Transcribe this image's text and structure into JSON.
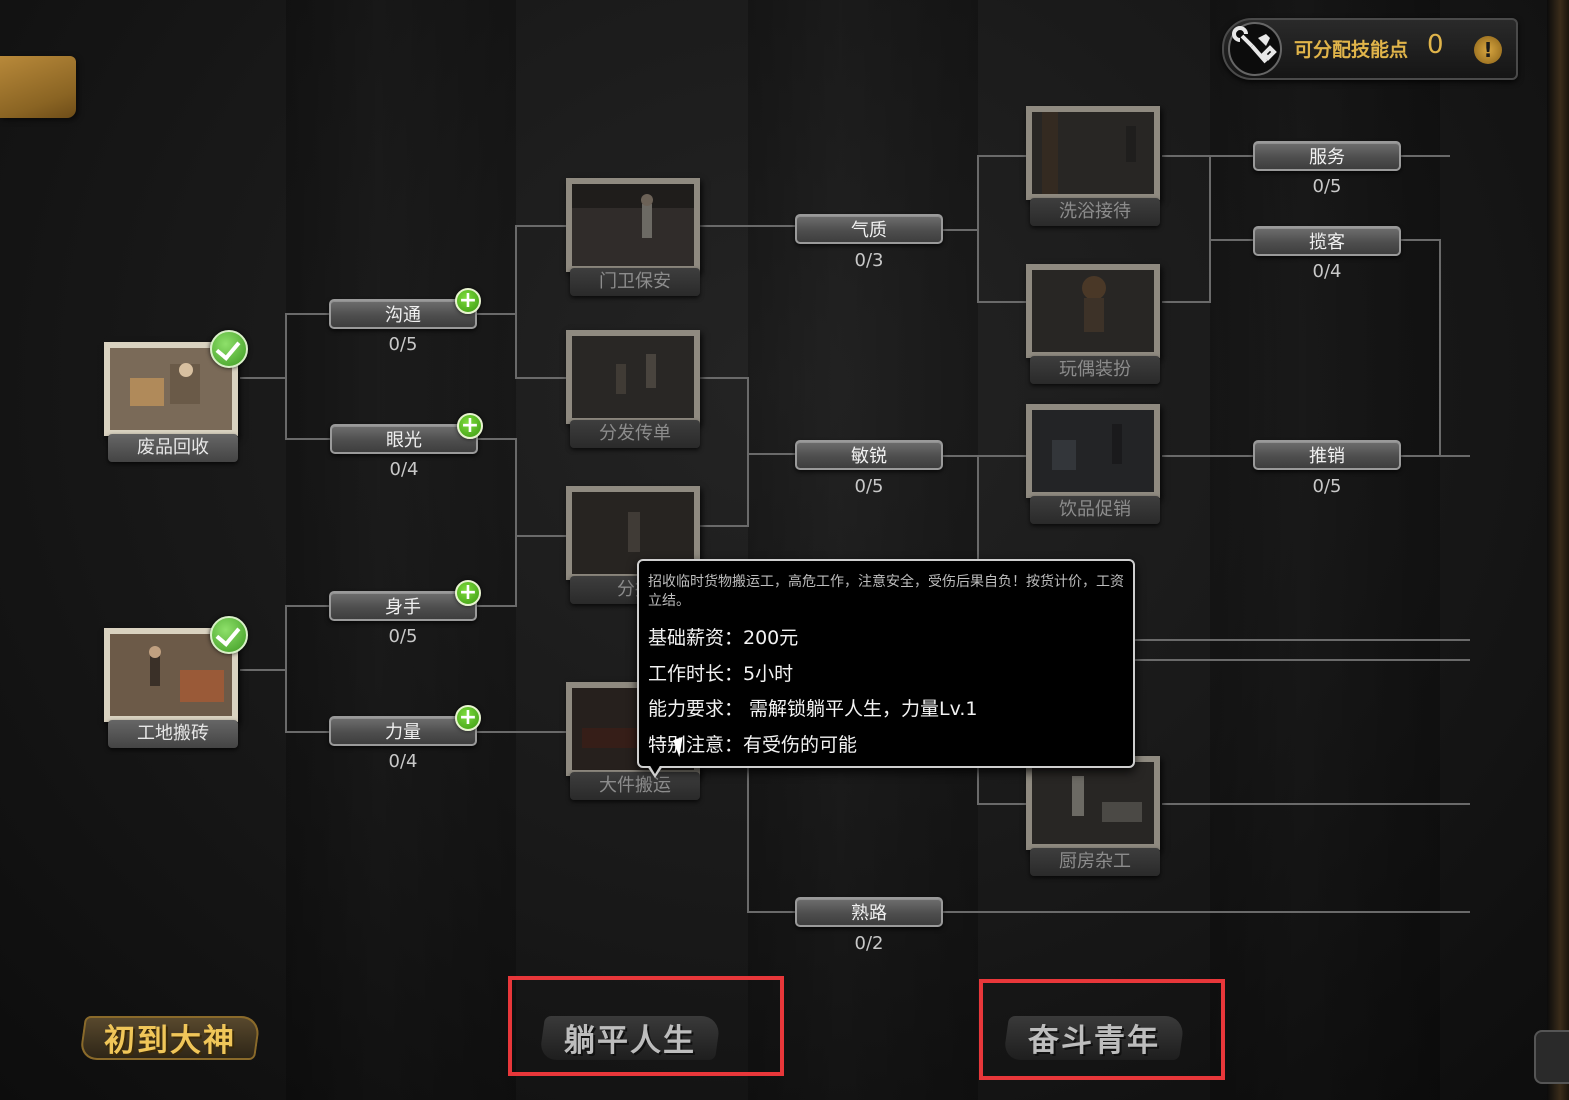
{
  "points_panel": {
    "label": "可分配技能点",
    "count": "0",
    "info_glyph": "!"
  },
  "skills": {
    "goutong": {
      "label": "沟通",
      "progress": "0/5"
    },
    "yanguang": {
      "label": "眼光",
      "progress": "0/4"
    },
    "shenshou": {
      "label": "身手",
      "progress": "0/5"
    },
    "liliang": {
      "label": "力量",
      "progress": "0/4"
    },
    "qizhi": {
      "label": "气质",
      "progress": "0/3"
    },
    "minrui": {
      "label": "敏锐",
      "progress": "0/5"
    },
    "shulu": {
      "label": "熟路",
      "progress": "0/2"
    },
    "fuwu": {
      "label": "服务",
      "progress": "0/5"
    },
    "lanke": {
      "label": "揽客",
      "progress": "0/4"
    },
    "tuixiao": {
      "label": "推销",
      "progress": "0/5"
    }
  },
  "jobs": {
    "feipin": {
      "label": "废品回收",
      "completed": true
    },
    "gongdi": {
      "label": "工地搬砖",
      "completed": true
    },
    "menwei": {
      "label": "门卫保安"
    },
    "fenfa": {
      "label": "分发传单"
    },
    "fenjian": {
      "label": "分拣"
    },
    "dajian": {
      "label": "大件搬运"
    },
    "xiyu": {
      "label": "洗浴接待"
    },
    "wanou": {
      "label": "玩偶装扮"
    },
    "yinpin": {
      "label": "饮品促销"
    },
    "chufang": {
      "label": "厨房杂工"
    }
  },
  "tooltip": {
    "description": "招收临时货物搬运工，高危工作，注意安全，受伤后果自负！按货计价，工资立结。",
    "salary": "基础薪资：200元",
    "hours": "工作时长：5小时",
    "requirement": "能力要求： 需解锁躺平人生，力量Lv.1",
    "note": "特别注意：有受伤的可能"
  },
  "tabs": [
    {
      "label": "初到大神",
      "active": true
    },
    {
      "label": "躺平人生",
      "active": false
    },
    {
      "label": "奋斗青年",
      "active": false
    }
  ],
  "colors": {
    "accent": "#e0b44a",
    "highlight_box": "#e8373a",
    "plus": "#4caf1a"
  }
}
